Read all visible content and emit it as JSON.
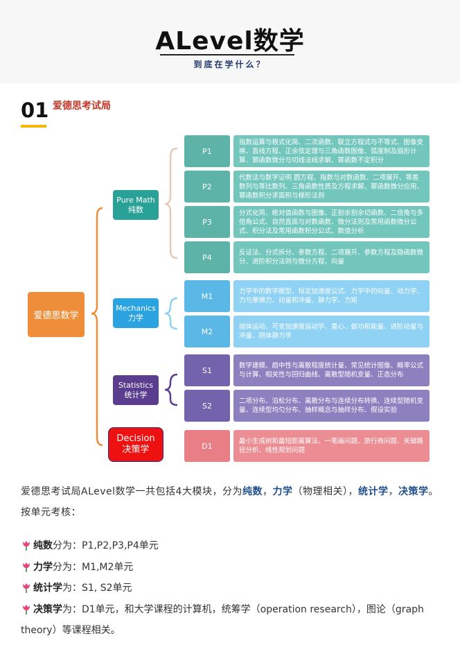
{
  "header": {
    "title": "ALevel数学",
    "subtitle": "到底在学什么？"
  },
  "section": {
    "number": "01",
    "name": "爱德思考试局"
  },
  "tree": {
    "root": "爱德思数学",
    "categories": {
      "pure_math": {
        "en": "Pure Math",
        "zh": "纯数"
      },
      "mechanics": {
        "en": "Mechanics",
        "zh": "力学"
      },
      "statistics": {
        "en": "Statistics",
        "zh": "统计学"
      },
      "decision": {
        "en": "Decision",
        "zh": "决策学"
      }
    },
    "units": [
      {
        "id": "P1",
        "desc": "指数运算与根式化简、二次函数、联立方程式与不等式、图像变换、直线方程、正余弦定理与三角函数图像、弧度制及扇形计算、幂函数微分与切线法线求解、幂函数不定积分"
      },
      {
        "id": "P2",
        "desc": "代数法与数学证明 圆方程、指数与对数函数、二项展开、等差数列与等比数列、三角函数性质及方程求解、幂函数微分应用、幂函数积分求面积与梯形法则"
      },
      {
        "id": "P3",
        "desc": "分式化简、绝对值函数与图像、正割余割余切函数、二倍角与多倍角公式、自然直底与对数函数、微分法则及常用函数微分公式、积分法及常用函数积分公式、数值分析"
      },
      {
        "id": "P4",
        "desc": "反证法、分式拆分、参数方程、二项展开、参数方程及隐函数微分、进阶积分法则与微分方程、向量"
      },
      {
        "id": "M1",
        "desc": "力学中的数学模型、恒定加速度公式、力学中的向量、动力学、力与摩擦力、动量和冲量、静力学、力矩"
      },
      {
        "id": "M2",
        "desc": "抛体运动、可变加速度运动学、重心、做功和能量、进阶动量与冲量、刚体静力学"
      },
      {
        "id": "S1",
        "desc": "数学建模、趋中性与离散程度统计量、常见统计图像、概率公式与计算、相关性与回归曲线、离散型随机变量、正态分布"
      },
      {
        "id": "S2",
        "desc": "二项分布、泊松分布、离散分布与连续分布转换、连续型随机变量、连续型均匀分布、抽样概念与抽样分布、假设实验"
      },
      {
        "id": "D1",
        "desc": "最小生成树和最短距离算法、一笔画问题、旅行商问题、关键路径分析、线性规划问题"
      }
    ]
  },
  "intro": {
    "text1": "爱德思考试局ALevel数学一共包括4大模块，分为",
    "hl1": "纯数",
    "sep1": "，",
    "hl2": "力学",
    "text2": "（物理相关），",
    "hl3": "统计学",
    "sep2": "，",
    "hl4": "决策学",
    "text3": "。按单元考核："
  },
  "bullets": [
    {
      "bold": "纯数",
      "text": "分为：P1,P2,P3,P4单元"
    },
    {
      "bold": "力学",
      "text": "分为：M1,M2单元"
    },
    {
      "bold": "统计学",
      "text": "为：S1, S2单元"
    },
    {
      "bold": "决策学",
      "text": "为：D1单元，和大学课程的计算机，统筹学（operation research），图论（graph theory）等课程相关。"
    }
  ]
}
